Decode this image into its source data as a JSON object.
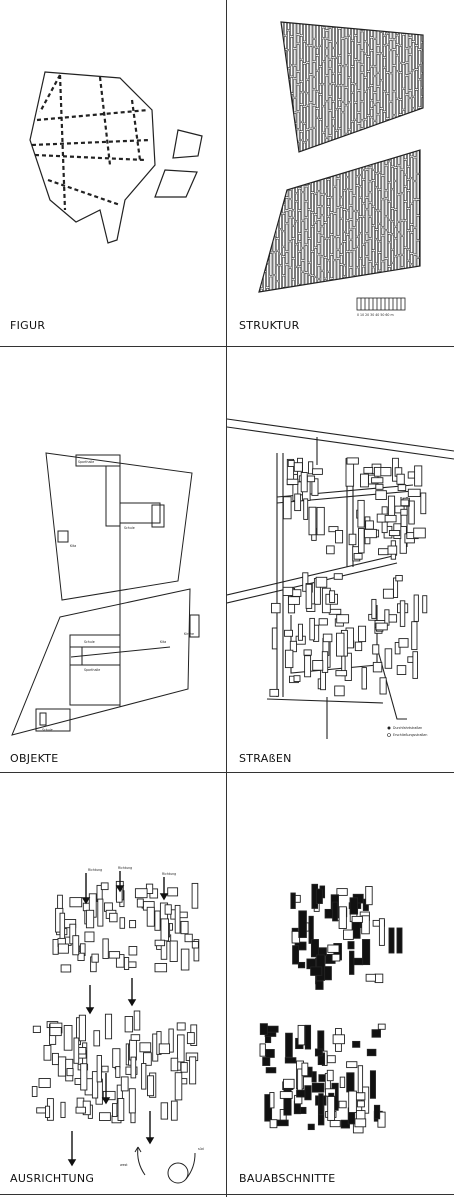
{
  "panels": {
    "figur": {
      "title": "FIGUR"
    },
    "struktur": {
      "title": "STRUKTUR",
      "scale_note": "0 10 20 30 40 50 60 m"
    },
    "objekte": {
      "title": "OBJEKTE",
      "tags": [
        "Sporthalle",
        "Schule",
        "Kita",
        "Schule",
        "Sporthalle",
        "Kita",
        "Schule",
        "Kirche"
      ]
    },
    "strassen": {
      "title": "STRAßEN",
      "legend": [
        "Durchfahrtstraßen",
        "Erschließungsstraßen"
      ]
    },
    "ausrichtung": {
      "title": "AUSRICHTUNG",
      "arrow_tags": [
        "Richtung",
        "Richtung",
        "Richtung"
      ],
      "compass": [
        "west",
        "süd"
      ]
    },
    "bauabschnitte": {
      "title": "BAUABSCHNITTE"
    }
  },
  "colors": {
    "ink": "#222222",
    "rule": "#333333",
    "background": "#ffffff"
  }
}
